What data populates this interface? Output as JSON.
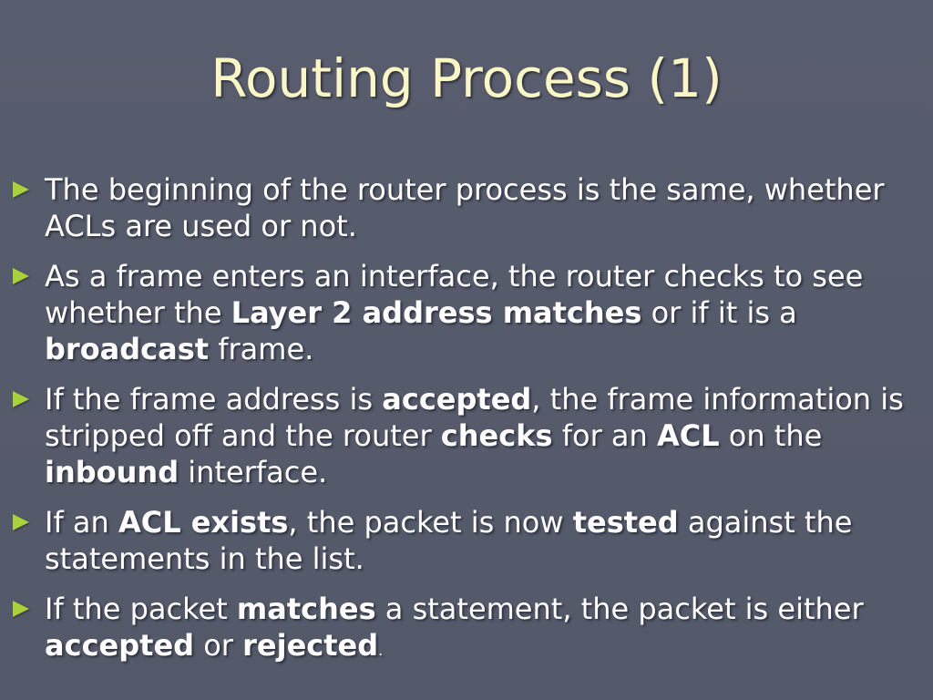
{
  "title": "Routing Process (1)",
  "bullets": [
    {
      "segments": [
        {
          "text": "The beginning of the router process is the same, whether ACLs are used or not."
        }
      ]
    },
    {
      "segments": [
        {
          "text": "As a frame enters an interface, the router checks to see whether the "
        },
        {
          "text": "Layer 2 address matches"
        },
        {
          "text": " or if it is a "
        },
        {
          "text": "broadcast"
        },
        {
          "text": " frame."
        }
      ]
    },
    {
      "segments": [
        {
          "text": "If the frame address is "
        },
        {
          "text": "accepted"
        },
        {
          "text": ", the frame information is stripped off and the router "
        },
        {
          "text": "checks"
        },
        {
          "text": " for an "
        },
        {
          "text": "ACL"
        },
        {
          "text": " on the "
        },
        {
          "text": "inbound"
        },
        {
          "text": " interface."
        }
      ]
    },
    {
      "segments": [
        {
          "text": "If an "
        },
        {
          "text": "ACL exists"
        },
        {
          "text": ", the packet is now "
        },
        {
          "text": "tested"
        },
        {
          "text": " against the statements in the list."
        }
      ]
    },
    {
      "segments": [
        {
          "text": "If the packet "
        },
        {
          "text": "matches"
        },
        {
          "text": " a statement, the packet is either "
        },
        {
          "text": "accepted"
        },
        {
          "text": " or "
        },
        {
          "text": "rejected"
        },
        {
          "text": "."
        }
      ]
    }
  ]
}
